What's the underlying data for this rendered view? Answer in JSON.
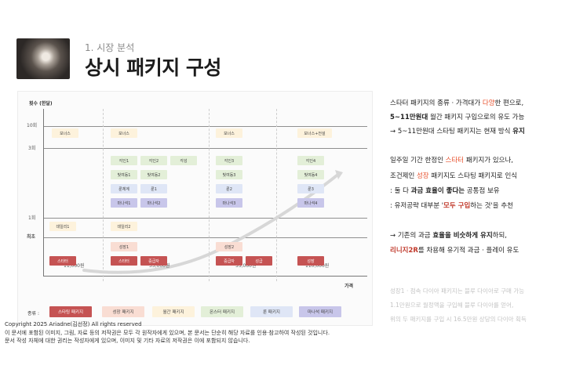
{
  "header": {
    "subtitle": "1. 시장 분석",
    "title": "상시 패키지 구성"
  },
  "chart": {
    "y_axis_label": "횟수 (한달)",
    "x_axis_label": "가격",
    "y_ticks": [
      "10회",
      "3회",
      "1회",
      "최초"
    ],
    "x_ticks": [
      "11,000원",
      "33,000원",
      "55,000원",
      "110,000원"
    ],
    "legend_title": "종류 :",
    "legend": [
      "스타팅 패키지",
      "성장 패키지",
      "월간 패키지",
      "몬스터 패키지",
      "룬 패키지",
      "마나석 패키지"
    ],
    "boxes": {
      "c1": [
        "보너스",
        "데일리1",
        "스타터"
      ],
      "c2": [
        "보너스",
        "각인1",
        "각인2",
        "각성",
        "빛여동1",
        "빛여동2",
        "룬체계",
        "룬1",
        "마나석1",
        "마나석2",
        "데일리2",
        "성장1",
        "스타터",
        "중급자"
      ],
      "c3": [
        "보너스",
        "각인3",
        "빛여동3",
        "룬2",
        "마나석3",
        "성장2",
        "중급자",
        "성급"
      ],
      "c4": [
        "보너스+전설",
        "각인4",
        "빛여동4",
        "룬3",
        "마나석4",
        "성장"
      ]
    }
  },
  "right": {
    "p1": [
      "스타터 패키지의 종류 · 가격대가 ",
      "다양",
      "한 편으로,"
    ],
    "p2": [
      "5~11만원대",
      " 월간 패키지 구입으로의 유도 가능"
    ],
    "p3": [
      "→ 5~11만원대 스타팅 패키지는 현재 방식 ",
      "유지"
    ],
    "p4": [
      "일주일 기간 한정인 ",
      "스타터",
      " 패키지가 있으나,"
    ],
    "p5": [
      "조건제인 ",
      "성장",
      " 패키지도 스타팅 패키지로 인식"
    ],
    "p6": [
      ": 둘 다 ",
      "과금 효율이 좋다는",
      " 공통점 보유"
    ],
    "p7": [
      ": 유저공략 대부분 '",
      "모두 구입",
      "하는 것'을 추천"
    ],
    "p8": [
      "→ 기존의 과금 ",
      "효율을 비슷하게 유지",
      "하되,"
    ],
    "p9": [
      "리니지2R",
      "를 차용해 유기적 과금 · 플레이 유도"
    ],
    "note": [
      "성장1 · 점속 다이아 패키지는 블루 다이아로 구매 가능",
      "1.1만원으로 월정액을 구입해 블루 다이아를 얻어,",
      "위의 두 패키지를 구입 시 16.5만원 상당의 다이아 획득"
    ]
  },
  "footer": {
    "copyright": "Copyright 2025 Ariadne(김선정) All rights reserved",
    "line1": "이 문서에 포함된 이미지, 그림, 자료 등의 저작권은 모두 각 원작자에게 있으며, 본 문서는 단순히 해당 자료를 인용·참고하여 작성된 것입니다.",
    "line2": "문서 작성 자체에 대한 권리는 작성자에게 있으며, 이미지 및 기타 자료의 저작권은 이에 포함되지 않습니다."
  }
}
